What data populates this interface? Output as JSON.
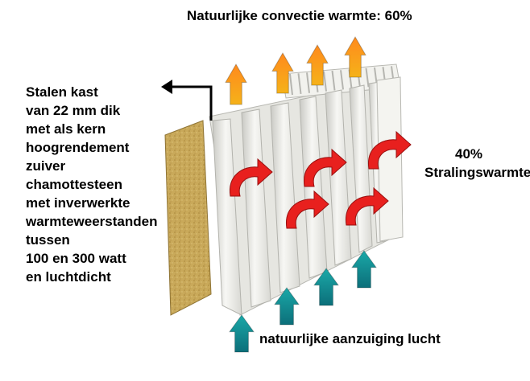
{
  "labels": {
    "convection": "Natuurlijke convectie warmte: 60%",
    "steel_case_lines": [
      "Stalen kast",
      "van 22 mm dik",
      "met als kern",
      "hoogrendement",
      "zuiver",
      "chamottesteen",
      "met inverwerkte",
      "warmteweerstanden",
      "tussen",
      "100 en 300 watt",
      "en luchtdicht"
    ],
    "radiation_percent": "40%",
    "radiation_label": "Stralingswarmte",
    "intake": "natuurlijke aanzuiging lucht"
  },
  "colors": {
    "orange_arrow": "#f07a1a",
    "red_arrow": "#e8201e",
    "teal_arrow": "#1f9aa0",
    "chamotte": "#c8a85a",
    "radiator": "#eeeeea"
  },
  "icons": [
    "up-arrow-icon",
    "curved-arrow-icon",
    "bent-arrow-icon"
  ]
}
